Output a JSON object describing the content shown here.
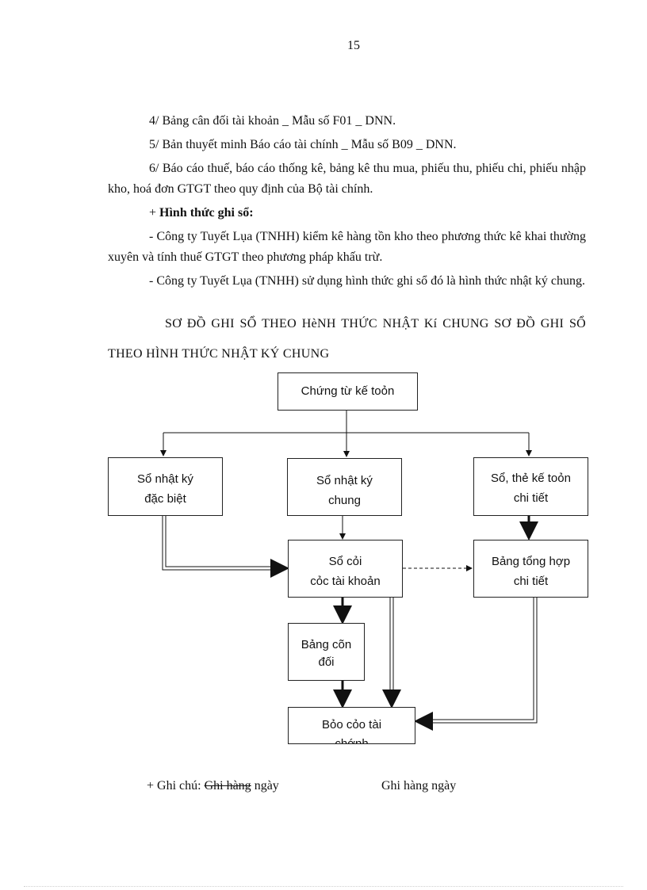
{
  "page_number": "15",
  "paragraphs": {
    "p4": "4/ Bảng cân đối tài khoản _ Mẫu số F01 _ DNN.",
    "p5": "5/ Bản thuyết minh Báo cáo tài chính _ Mẫu số B09 _ DNN.",
    "p6": "6/ Báo cáo thuế, báo cáo thống kê, bảng kê thu mua, phiếu thu, phiếu chi, phiếu nhập kho, hoá đơn GTGT theo quy định của Bộ tài chính.",
    "form_prefix": "+ ",
    "form_title": "Hình thức ghi sổ:",
    "b1": "- Công ty Tuyết Lụa (TNHH) kiểm kê hàng tồn kho theo phương thức kê khai thường xuyên và tính thuế GTGT theo phương pháp khấu trừ.",
    "b2": "- Công ty Tuyết Lụa (TNHH) sử dụng hình thức ghi sổ đó là hình thức nhật ký chung.",
    "heading": "SƠ ĐỒ GHI SỔ THEO HèNH THỨC NHẬT Kí CHUNG SƠ ĐỒ GHI SỔ THEO HÌNH THỨC NHẬT KÝ CHUNG"
  },
  "diagram": {
    "source_docs": "Chứng từ kế toỏn",
    "special_journal_1": "Sổ nhật ký",
    "special_journal_2": "đặc biệt",
    "general_journal_1": "Sổ nhật ký",
    "general_journal_2": "chung",
    "detail_ledger_1": "Sổ, thẻ kế toỏn",
    "detail_ledger_2": "chi tiết",
    "ledger_1": "Sổ cỏi",
    "ledger_2": "cỏc tài khoản",
    "detail_summary_1": "Bảng tổng hợp",
    "detail_summary_2": "chi tiết",
    "balance_1": "Bảng cõn",
    "balance_2": "đối",
    "reports_1": "Bỏo cỏo tài",
    "reports_2": "chớnh"
  },
  "notes": {
    "label": "+ Ghi chú: ",
    "legend_1": "Ghi hàng",
    "legend_1b": " ngày",
    "legend_2": "Ghi hàng ngày"
  }
}
